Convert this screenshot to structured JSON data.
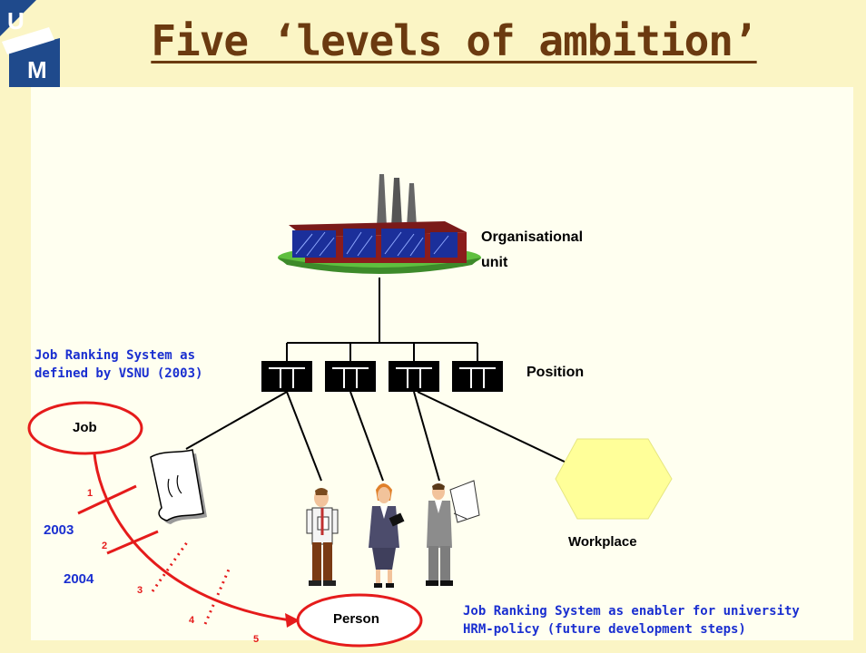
{
  "slide": {
    "title": "Five ‘levels of ambition’",
    "logo_letters": {
      "top": "U",
      "bottom": "M"
    },
    "colors": {
      "background": "#fbf5c5",
      "panel": "#fffff0",
      "title": "#6b3a10",
      "accent_red": "#e51b1b",
      "accent_blue": "#1a2fd0",
      "logo_blue": "#1f4a8c"
    }
  },
  "diagram": {
    "organisational_unit": {
      "line1": "Organisational",
      "line2": "unit",
      "icon": "factory-icon"
    },
    "position": {
      "label": "Position",
      "icon": "org-position-box-icon",
      "count": 4
    },
    "vsnu_note": {
      "line1": "Job Ranking System as",
      "line2": "defined by VSNU (2003)"
    },
    "job": {
      "label": "Job"
    },
    "person": {
      "label": "Person"
    },
    "workplace": {
      "label": "Workplace",
      "icon": "hexagon-icon"
    },
    "document_icon": "scroll-document-icon",
    "people_icons": [
      "man-holding-papers-icon",
      "woman-with-folder-icon",
      "man-with-clipboard-icon"
    ],
    "years": [
      "2003",
      "2004"
    ],
    "steps": [
      "1",
      "2",
      "3",
      "4",
      "5"
    ],
    "enabler_note": {
      "line1": "Job Ranking System as enabler for university",
      "line2": "HRM-policy (future development steps)"
    }
  }
}
